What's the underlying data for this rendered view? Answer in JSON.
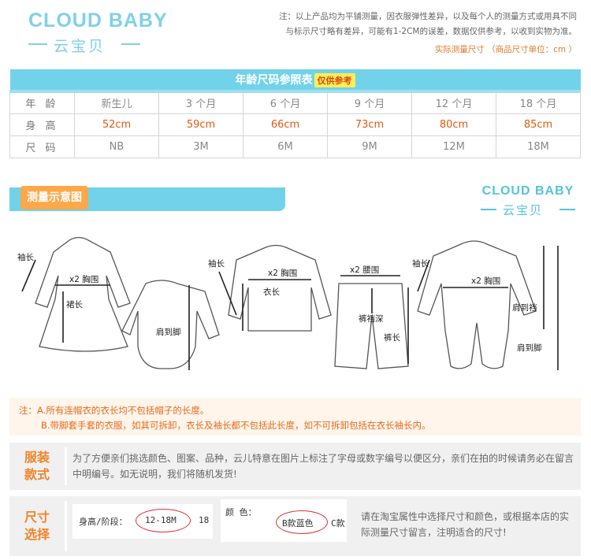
{
  "brand": {
    "name_en": "CLOUD BABY",
    "name_cn": "云宝贝"
  },
  "header_note": {
    "line1": "注：以上产品均为平铺测量，因衣服弹性差异，以及每个人的测量方式或用具不同",
    "line2": "与标示尺寸略有差异，可能有1-2CM的误差，数据仅供参考，以收到实物为准。",
    "unit_label": "实际测量尺寸 （商品尺寸单位：cm ）"
  },
  "size_table": {
    "title": "年龄尺码参照表",
    "badge": "仅供参考",
    "rows": [
      {
        "label": "年 龄",
        "cells": [
          "新生儿",
          "3 个月",
          "6 个月",
          "9 个月",
          "12 个月",
          "18 个月"
        ]
      },
      {
        "label": "身 高",
        "cells": [
          "52cm",
          "59cm",
          "66cm",
          "73cm",
          "80cm",
          "85cm"
        ]
      },
      {
        "label": "尺 码",
        "cells": [
          "NB",
          "3M",
          "6M",
          "9M",
          "12M",
          "18M"
        ]
      }
    ]
  },
  "measure_section": {
    "title": "测量示意图"
  },
  "diagram_labels": {
    "sleeve": "袖长",
    "chest": "x2 胸围",
    "skirt": "裙长",
    "shoulder_foot": "肩到脚",
    "length": "衣长",
    "waist": "x2 腰围",
    "crotch": "裤裆深",
    "pants": "裤长",
    "shoulder_crotch": "肩到裆"
  },
  "notes": {
    "a": "注：A.所有连帽衣的衣长均不包括帽子的长度。",
    "b": "B.带脚套手套的衣服，如其可拆卸，衣长及袖长都不包括此长度，如不可拆卸包括在衣长袖长内。"
  },
  "style_panel": {
    "label_line1": "服装",
    "label_line2": "款式",
    "text": "为了方便亲们挑选颜色、图案、品种，云儿特意在图片上标注了字母或数字编号以便区分，亲们在拍的时候请务必在留言中明编号。如无说明，我们将随机发货!"
  },
  "size_panel": {
    "label_line1": "尺寸",
    "label_line2": "选择",
    "height_label": "身高/阶段：",
    "height_value": "12-18M",
    "height_next": "18",
    "color_label": "颜  色：",
    "color_value": "B款蓝色",
    "color_next": "C款",
    "text": "请在淘宝属性中选择尺寸和颜色，或根据本店的实际测量尺寸留言，注明适合的尺寸!"
  },
  "colors": {
    "accent_blue": "#72d2ea",
    "accent_orange": "#f08528",
    "text_orange": "#e05a10"
  }
}
